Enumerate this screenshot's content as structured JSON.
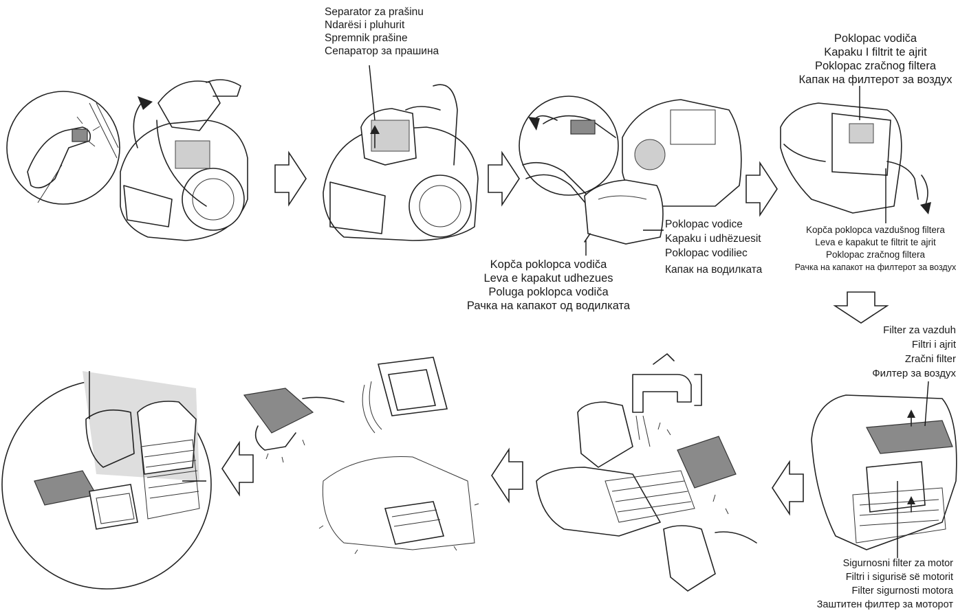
{
  "labels": {
    "dust_separator": [
      "Separator za prašinu",
      "Ndarësi i pluhurit",
      "Spremnik prašine",
      "Сепаратор за прашина"
    ],
    "air_filter_cover_top": [
      "Poklopac vodiča",
      "Kapaku I filtrit te ajrit",
      "Poklopac zračnog filtera",
      "Капак на филтерот за воздух"
    ],
    "guide_cover": [
      "Poklopac vodice",
      "Kapaku i udhëzuesit",
      "Poklopac vodiliec",
      "Капак на водилката"
    ],
    "guide_cover_lever": [
      "Kopča poklopca vodiča",
      "Leva e kapakut udhezues",
      "Poluga poklopca vodiča",
      "Рачка на капакот од водилката"
    ],
    "air_filter_cover_clip": [
      "Kopča poklopca vazdušnog filtera",
      "Leva e kapakut te filtrit te ajrit",
      "Poklopac zračnog filtera",
      "Рачка на капакот на филтерот за воздух"
    ],
    "air_filter": [
      "Filter za vazduh",
      "Filtri i ajrit",
      "Zračni filter",
      "Филтер за воздух"
    ],
    "motor_safety_filter": [
      "Sigurnosni filter za motor",
      "Filtri i sigurisë së motorit",
      "Filter sigurnosti motora",
      "Заштитен филтер за моторот"
    ]
  },
  "icons": [
    "arrow-right-icon",
    "arrow-down-icon",
    "arrow-left-icon"
  ],
  "colors": {
    "ink": "#222222",
    "shade": "#8a8a8a",
    "background": "#ffffff"
  }
}
